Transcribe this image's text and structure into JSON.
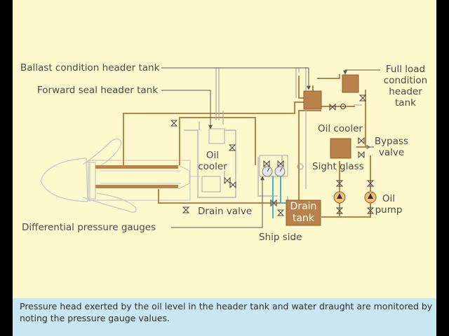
{
  "labels": {
    "ballast": "Ballast condition header tank",
    "forward_seal": "Forward seal header tank",
    "full_load": [
      "Full load",
      "condition",
      "header",
      "tank"
    ],
    "oil_cooler_inner": [
      "Oil",
      "cooler"
    ],
    "oil_cooler_right": "Oil cooler",
    "bypass": [
      "Bypass",
      "valve"
    ],
    "sight_glass": "Sight glass",
    "oil_pump": [
      "Oil",
      "pump"
    ],
    "drain_valve": "Drain valve",
    "drain_tank": [
      "Drain",
      "tank"
    ],
    "diff_gauges": "Differential pressure gauges",
    "ship_side": "Ship side"
  },
  "caption": "Pressure head exerted by the oil level in the header tank and water draught are monitored by noting the pressure gauge values.",
  "colors": {
    "background": "#fdf9cd",
    "pipe_oil": "#b9844a",
    "pipe_grey": "#a8a8a8",
    "tank": "#b8824a",
    "water_line": "#43b8c8",
    "caption_bg": "#c9e6f3"
  }
}
